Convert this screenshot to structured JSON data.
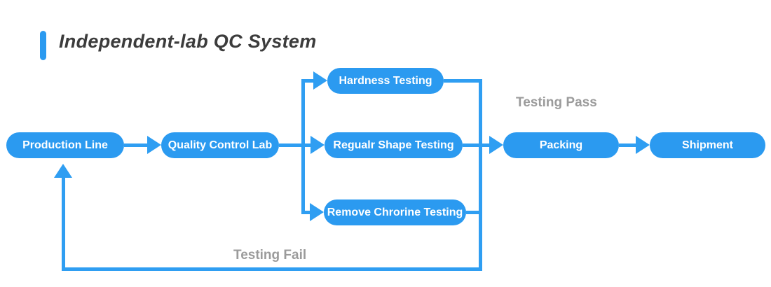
{
  "title": "Independent-lab QC System",
  "colors": {
    "accent": "#2b9af0",
    "line": "#2f9ef2",
    "label": "#9b9b9b",
    "title": "#3c3c3c"
  },
  "nodes": {
    "production_line": "Production Line",
    "quality_control_lab": "Quality Control Lab",
    "hardness_testing": "Hardness Testing",
    "regular_shape_testing": "Regualr Shape Testing",
    "remove_chlorine_testing": "Remove Chrorine Testing",
    "packing": "Packing",
    "shipment": "Shipment"
  },
  "labels": {
    "pass": "Testing Pass",
    "fail": "Testing Fail"
  },
  "edges": [
    {
      "from": "Production Line",
      "to": "Quality Control Lab",
      "label": ""
    },
    {
      "from": "Quality Control Lab",
      "to": "Hardness Testing",
      "label": ""
    },
    {
      "from": "Quality Control Lab",
      "to": "Regualr Shape Testing",
      "label": ""
    },
    {
      "from": "Quality Control Lab",
      "to": "Remove Chrorine Testing",
      "label": ""
    },
    {
      "from": "Hardness Testing",
      "to": "Packing",
      "label": "Testing Pass"
    },
    {
      "from": "Regualr Shape Testing",
      "to": "Packing",
      "label": "Testing Pass"
    },
    {
      "from": "Remove Chrorine Testing",
      "to": "Packing",
      "label": "Testing Pass"
    },
    {
      "from": "Packing",
      "to": "Shipment",
      "label": ""
    },
    {
      "from": "Testing nodes",
      "to": "Production Line",
      "label": "Testing Fail"
    }
  ]
}
